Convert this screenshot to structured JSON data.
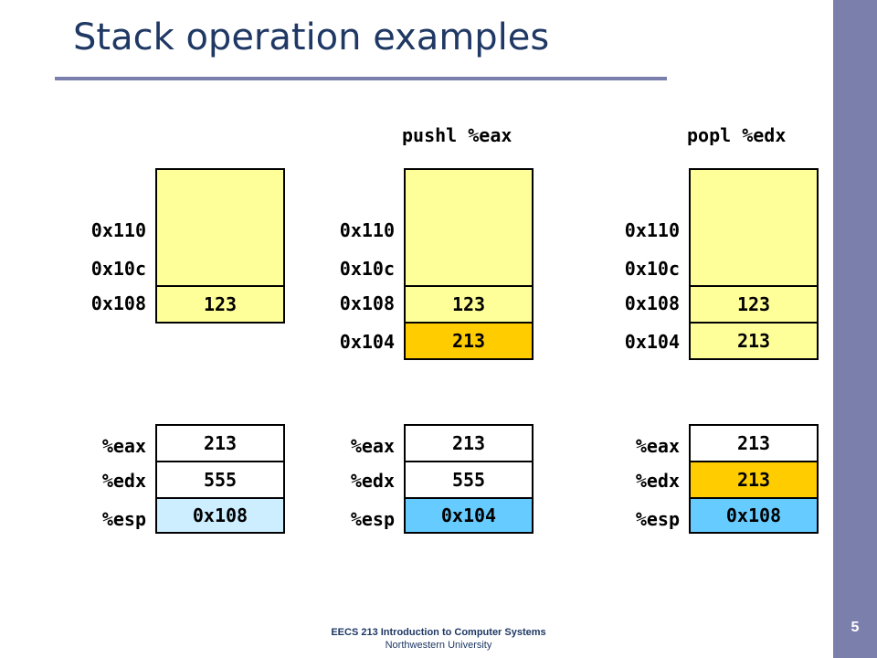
{
  "slide": {
    "title": "Stack operation examples",
    "footer_line1": "EECS 213 Introduction  to Computer Systems",
    "footer_line2": "Northwestern University",
    "page_number": "5"
  },
  "colors": {
    "memory_fill": "#ffff99",
    "highlight_fill": "#ffcc00",
    "register_fill": "#ffffff",
    "esp_initial_fill": "#cceeff",
    "esp_changed_fill": "#66ccff",
    "sidebar": "#7b7fac",
    "title_text": "#1f3864"
  },
  "panels": [
    {
      "operation": "",
      "memory": [
        {
          "address": "0x110",
          "value": ""
        },
        {
          "address": "0x10c",
          "value": ""
        },
        {
          "address": "0x108",
          "value": "123"
        }
      ],
      "registers": [
        {
          "name": "%eax",
          "value": "213"
        },
        {
          "name": "%edx",
          "value": "555"
        },
        {
          "name": "%esp",
          "value": "0x108"
        }
      ]
    },
    {
      "operation": "pushl %eax",
      "memory": [
        {
          "address": "0x110",
          "value": ""
        },
        {
          "address": "0x10c",
          "value": ""
        },
        {
          "address": "0x108",
          "value": "123"
        },
        {
          "address": "0x104",
          "value": "213"
        }
      ],
      "registers": [
        {
          "name": "%eax",
          "value": "213"
        },
        {
          "name": "%edx",
          "value": "555"
        },
        {
          "name": "%esp",
          "value": "0x104"
        }
      ]
    },
    {
      "operation": "popl %edx",
      "memory": [
        {
          "address": "0x110",
          "value": ""
        },
        {
          "address": "0x10c",
          "value": ""
        },
        {
          "address": "0x108",
          "value": "123"
        },
        {
          "address": "0x104",
          "value": "213"
        }
      ],
      "registers": [
        {
          "name": "%eax",
          "value": "213"
        },
        {
          "name": "%edx",
          "value": "213"
        },
        {
          "name": "%esp",
          "value": "0x108"
        }
      ]
    }
  ]
}
